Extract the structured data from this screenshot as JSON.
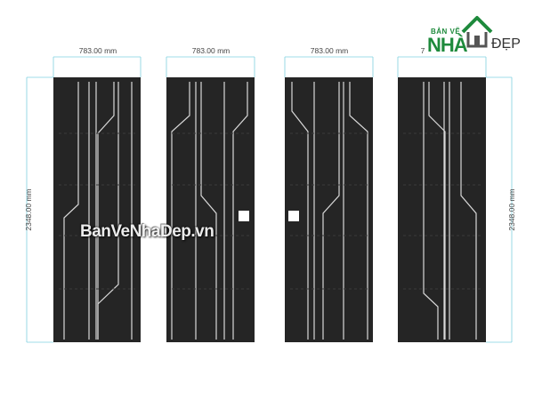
{
  "panels": [
    {
      "width_label": "783.00 mm"
    },
    {
      "width_label": "783.00 mm"
    },
    {
      "width_label": "783.00 mm"
    },
    {
      "width_label": "7"
    }
  ],
  "height_label": "2348.00 mm",
  "watermark": "BanVeNhaDep.vn",
  "logo": {
    "top": "BẢN VẼ",
    "main": "NHÀ",
    "suffix": "ĐẸP"
  },
  "colors": {
    "panel": "#252525",
    "groove": "#d9d9d9",
    "dimension": "#7fd0e0",
    "logo_green": "#1e8a3c"
  }
}
